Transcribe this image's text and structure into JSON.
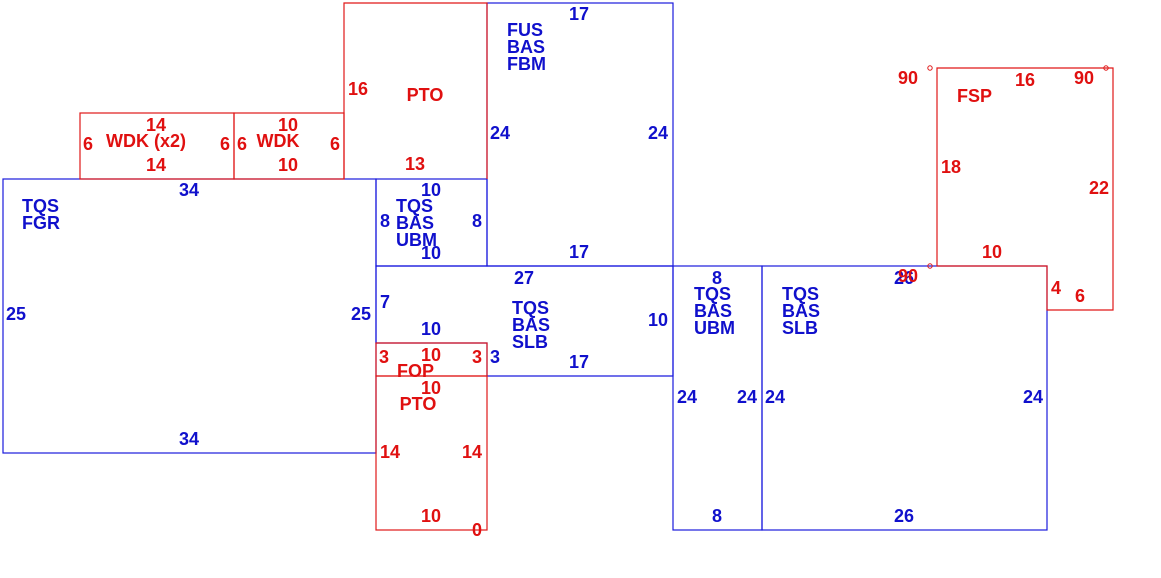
{
  "colors": {
    "blue": "#1a1add",
    "red": "#e01818"
  },
  "shapes": [
    {
      "id": "tqs-fgr",
      "color": "blue",
      "lines": [
        "TQS",
        "FGR"
      ],
      "dims": {
        "top": "34",
        "bottom": "34",
        "left": "25",
        "right": "25"
      }
    },
    {
      "id": "tqs-bas-ubm-1",
      "color": "blue",
      "lines": [
        "TQS",
        "BAS",
        "UBM"
      ],
      "dims": {
        "top": "10",
        "bottom": "10",
        "left": "8",
        "right": "8"
      }
    },
    {
      "id": "fus-bas-fbm",
      "color": "blue",
      "lines": [
        "FUS",
        "BAS",
        "FBM"
      ],
      "dims": {
        "top": "17",
        "bottom": "17",
        "left": "24",
        "right": "24"
      }
    },
    {
      "id": "tqs-bas-slb-1",
      "color": "blue",
      "lines": [
        "TQS",
        "BAS",
        "SLB"
      ],
      "dims": {
        "top": "27",
        "bottom": "17",
        "left_upper": "7",
        "left_lower": "3",
        "inner_top": "10",
        "right": "10"
      }
    },
    {
      "id": "tqs-bas-ubm-2",
      "color": "blue",
      "lines": [
        "TQS",
        "BAS",
        "UBM"
      ],
      "dims": {
        "top": "8",
        "bottom": "8",
        "left": "24",
        "right": "24"
      }
    },
    {
      "id": "tqs-bas-slb-2",
      "color": "blue",
      "lines": [
        "TQS",
        "BAS",
        "SLB"
      ],
      "dims": {
        "top": "26",
        "bottom": "26",
        "left": "24",
        "right": "24"
      }
    },
    {
      "id": "wdk-x2",
      "color": "red",
      "lines": [
        "WDK (x2)"
      ],
      "dims": {
        "top": "14",
        "bottom": "14",
        "left": "6",
        "right": "6"
      }
    },
    {
      "id": "wdk",
      "color": "red",
      "lines": [
        "WDK"
      ],
      "dims": {
        "top": "10",
        "bottom": "10",
        "left": "6",
        "right": "6"
      }
    },
    {
      "id": "pto-top",
      "color": "red",
      "lines": [
        "PTO"
      ],
      "dims": {
        "left": "16",
        "bottom": "13"
      }
    },
    {
      "id": "fop",
      "color": "red",
      "lines": [
        "FOP"
      ],
      "dims": {
        "top": "10",
        "bottom": "10",
        "left": "3",
        "right": "3"
      }
    },
    {
      "id": "pto-bottom",
      "color": "red",
      "lines": [
        "PTO"
      ],
      "dims": {
        "top": "10",
        "bottom": "10",
        "left": "14",
        "right": "14",
        "corner": "0"
      }
    },
    {
      "id": "fsp",
      "color": "red",
      "lines": [
        "FSP"
      ],
      "dims": {
        "top": "16",
        "left": "18",
        "right": "22",
        "bottom": "10",
        "notch_vertical": "4",
        "notch_horizontal": "6",
        "angle_top_left": "90",
        "angle_top_right": "90",
        "angle_bottom_left": "90"
      }
    }
  ]
}
